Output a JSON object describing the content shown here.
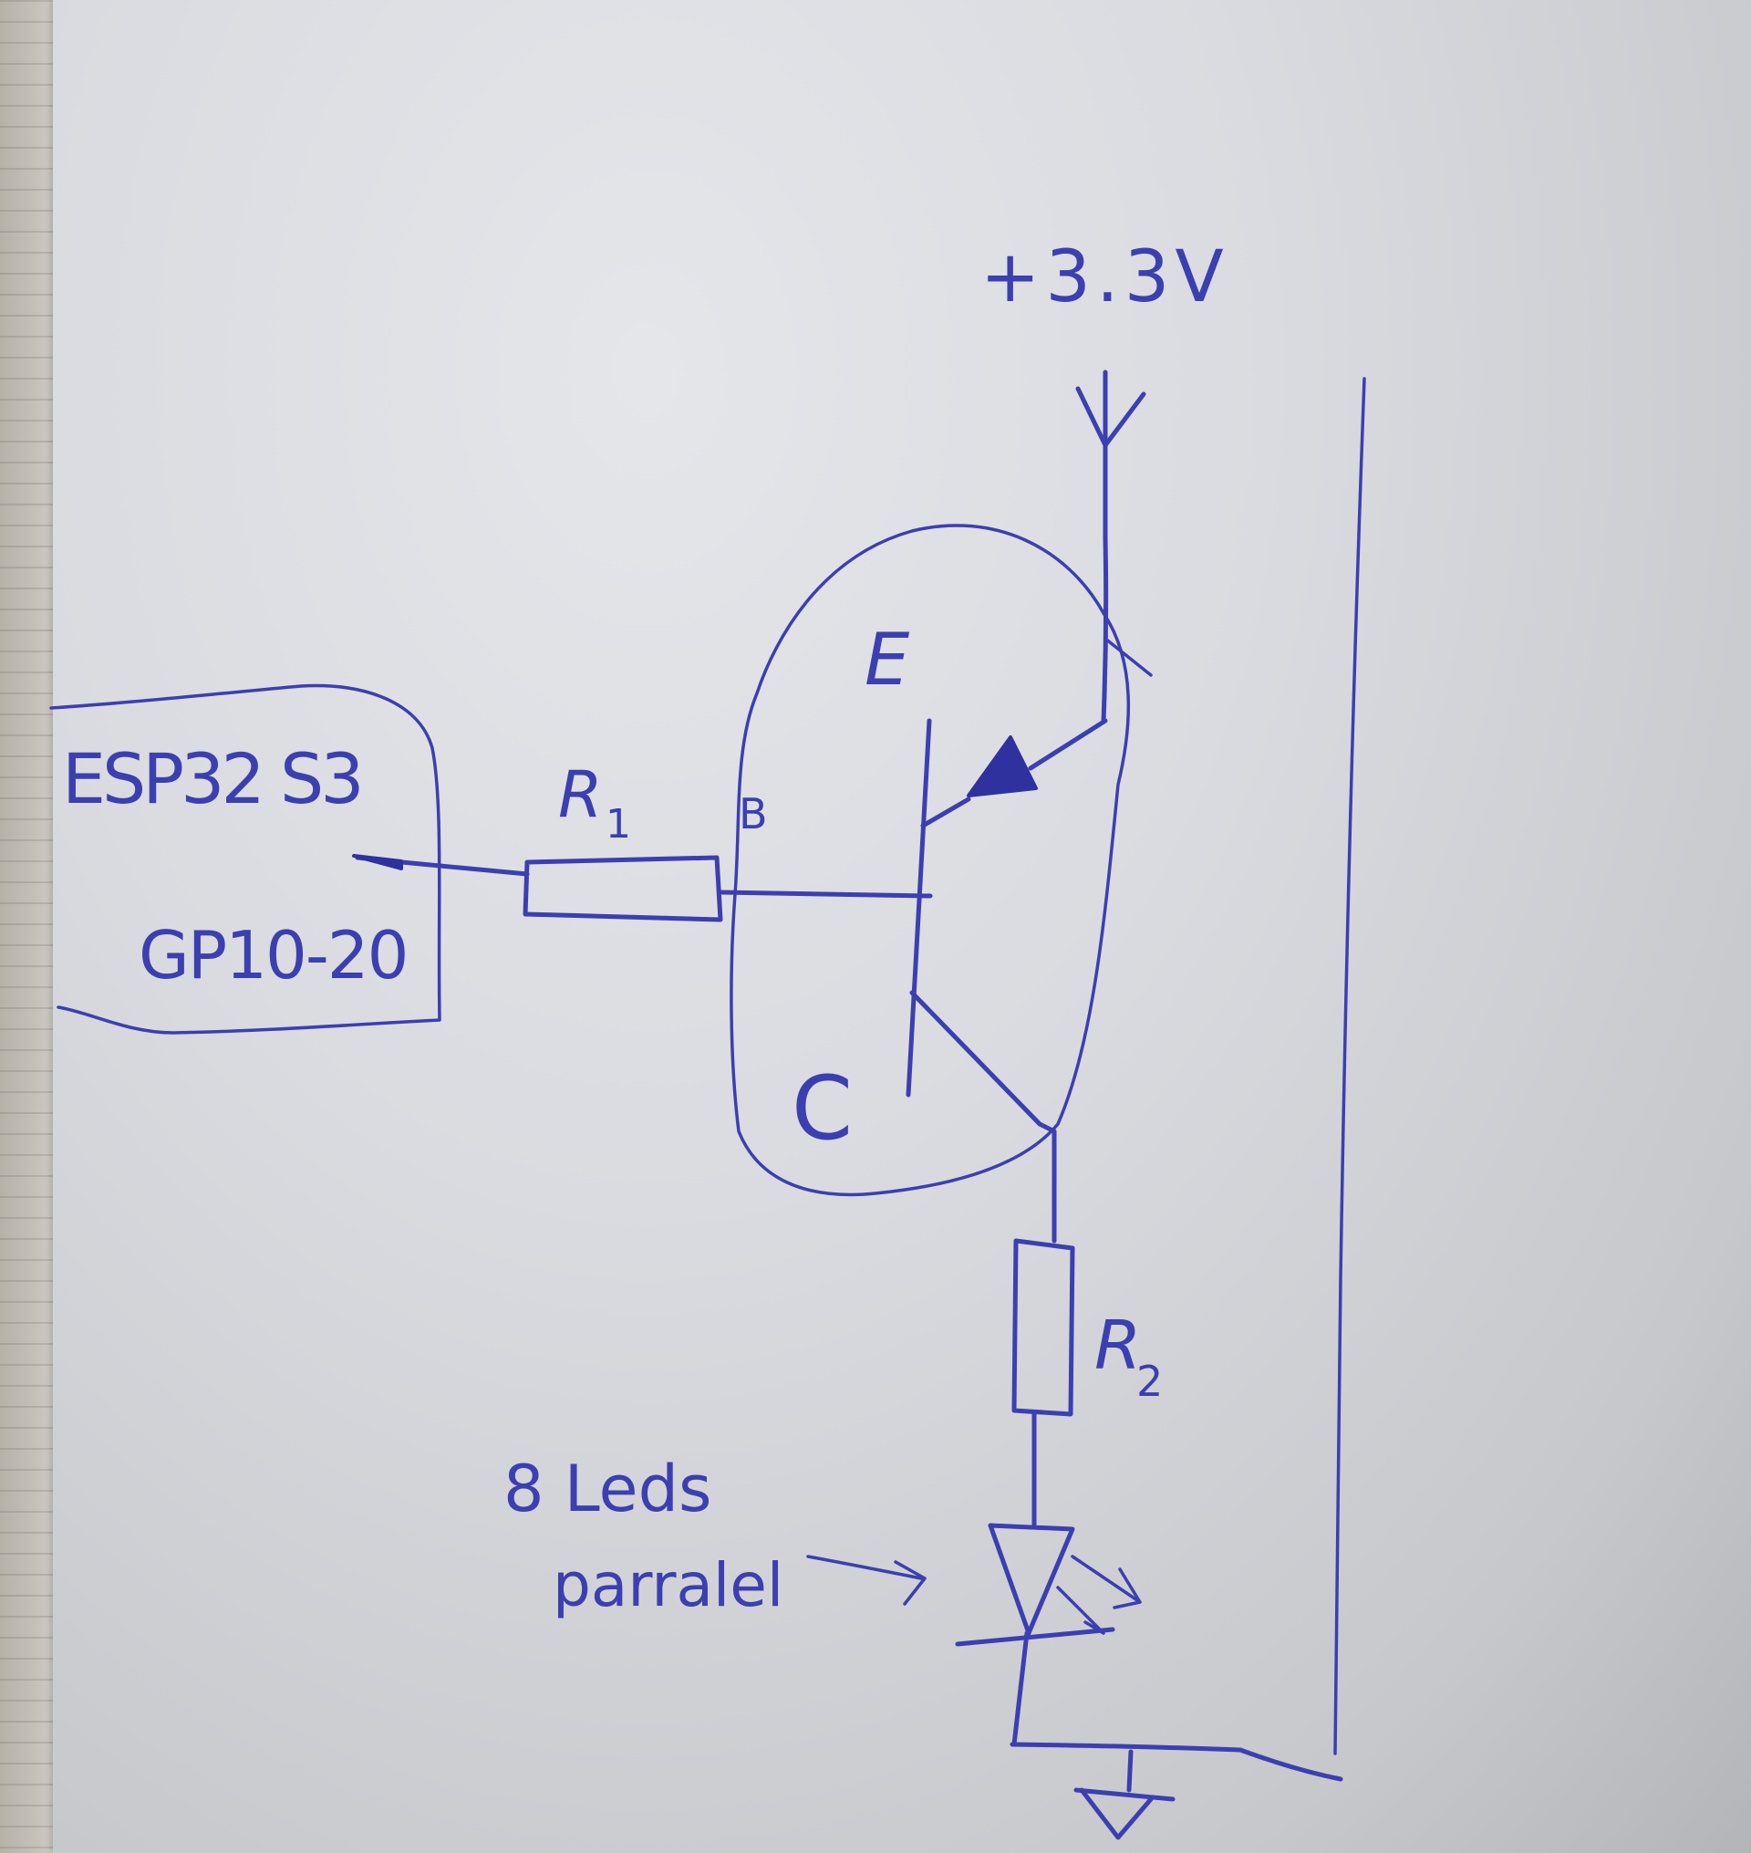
{
  "diagram": {
    "type": "hand-drawn circuit schematic",
    "ink_color": "#3c3fb0",
    "paper_color": "#dcdee2",
    "labels": {
      "supply": "+3.3V",
      "mcu_name": "ESP32 S3",
      "mcu_pin": "GP10-20",
      "r1": "R",
      "r1_sub": "1",
      "base": "B",
      "emitter": "E",
      "collector": "C",
      "r2": "R",
      "r2_sub": "2",
      "led_note_line1": "8 Leds",
      "led_note_line2": "parralel"
    },
    "components": [
      {
        "id": "mcu",
        "kind": "microcontroller block",
        "label": "ESP32 S3",
        "pin": "GP10-20"
      },
      {
        "id": "r1",
        "kind": "resistor",
        "label": "R1",
        "between": [
          "mcu.GP10-20",
          "q1.B"
        ]
      },
      {
        "id": "q1",
        "kind": "PNP transistor",
        "terminals": [
          "E",
          "B",
          "C"
        ]
      },
      {
        "id": "vcc",
        "kind": "supply",
        "label": "+3.3V",
        "connects": "q1.E"
      },
      {
        "id": "r2",
        "kind": "resistor",
        "label": "R2",
        "between": [
          "q1.C",
          "led.anode"
        ]
      },
      {
        "id": "led",
        "kind": "LED",
        "note": "8 Leds parralel"
      },
      {
        "id": "gnd",
        "kind": "ground",
        "connects": "led.cathode"
      }
    ]
  }
}
